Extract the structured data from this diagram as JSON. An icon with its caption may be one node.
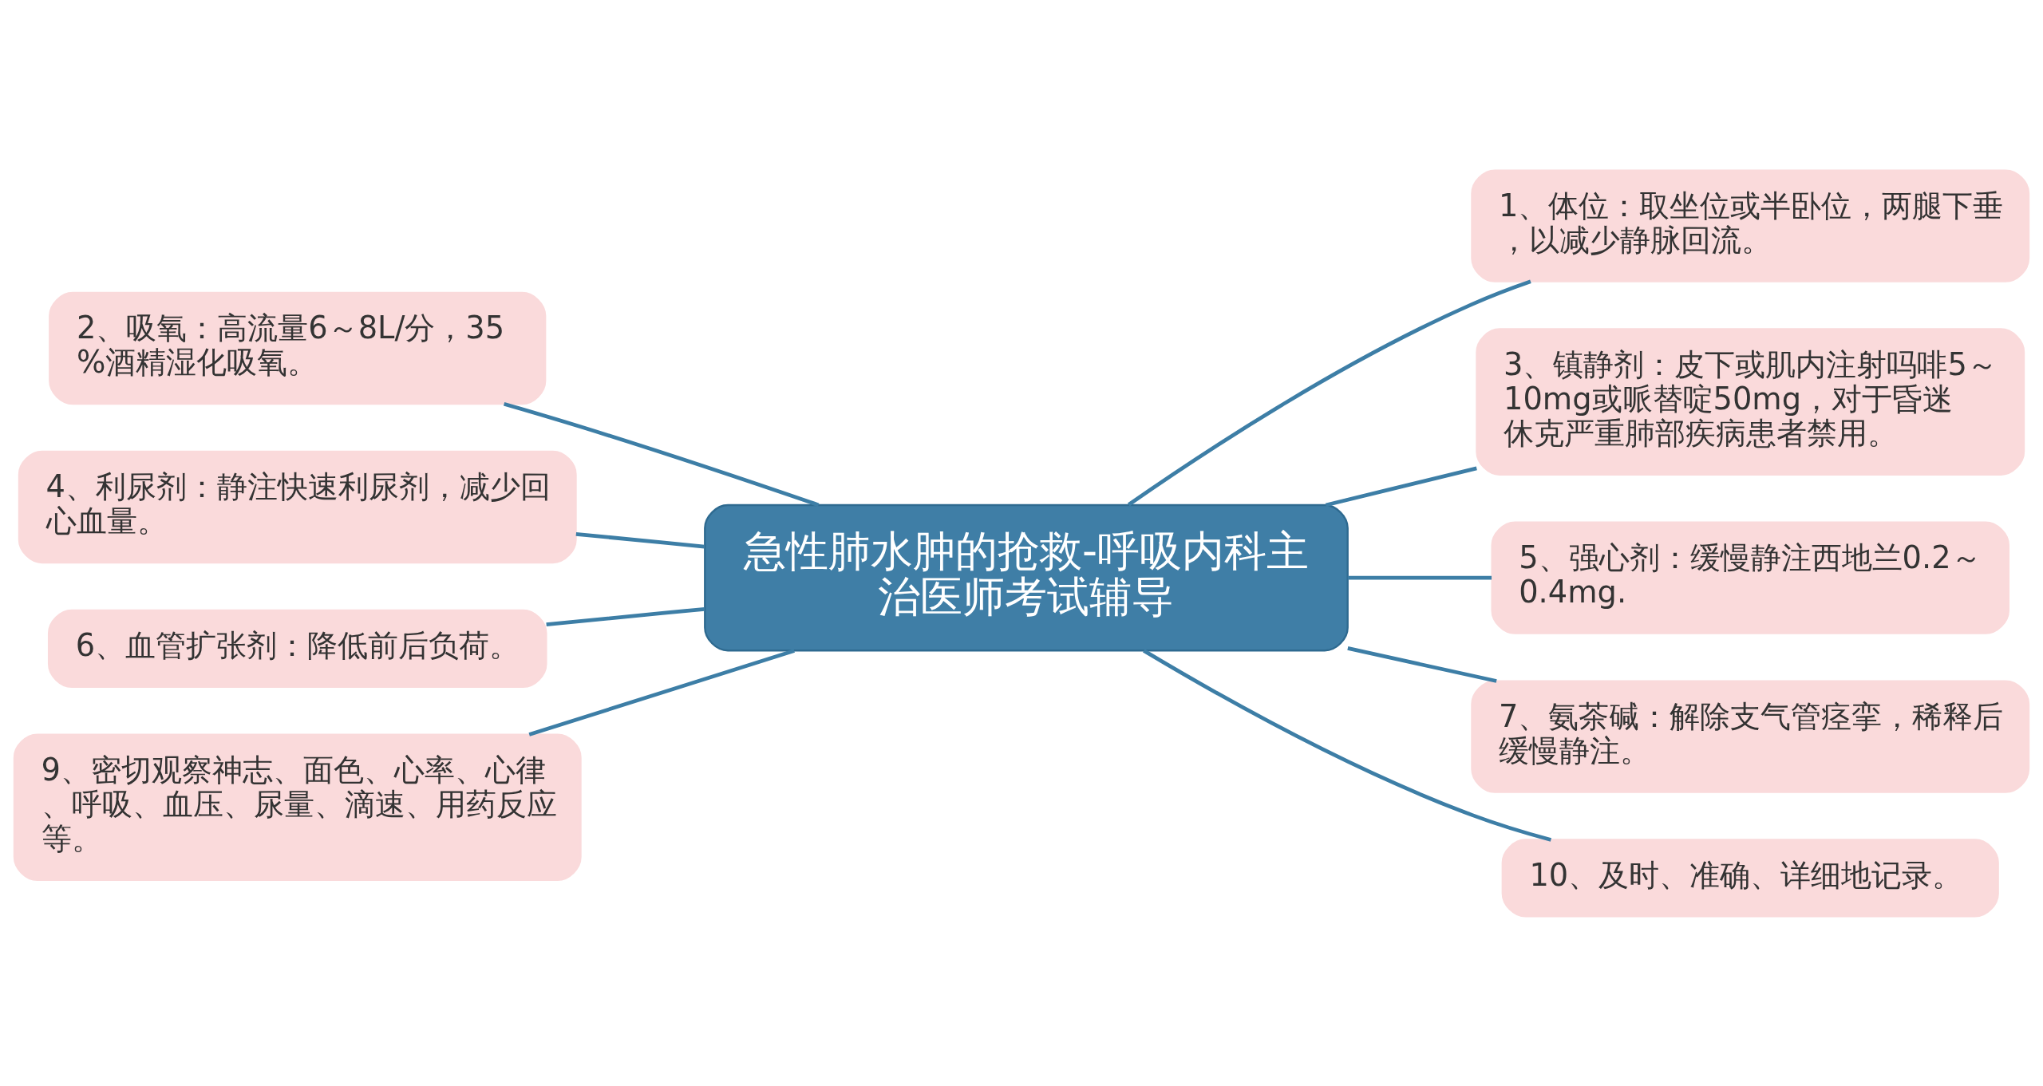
{
  "diagram": {
    "nodes": [
      {
        "text": [
          "急性肺水肿的抢救-呼吸内科主治医师考试辅导"
        ]
      },
      {
        "text": [
          "2、吸氧：高流量6～8L/分，35%酒精湿化吸氧。"
        ]
      },
      {
        "text": [
          "4、利尿剂：静注快速利尿剂，减少回心血量。"
        ]
      },
      {
        "text": [
          "6、血管扩张剂：降低前后负荷。"
        ]
      },
      {
        "text": [
          "9、密切观察神志、面色、心率、心律、呼吸、血压、尿量、滴速、用药反应等。"
        ]
      },
      {
        "text": [
          "1、体位：取坐位或半卧位，两腿下垂，以减少静脉回流。"
        ]
      },
      {
        "text": [
          "3、镇静剂：皮下或肌内注射吗啡5～10mg或哌替啶50mg，对于昏迷休克严重肺部疾病患者禁用。"
        ]
      },
      {
        "text": [
          "5、强心剂：缓慢静注西地兰0.2～0.4mg."
        ]
      },
      {
        "text": [
          "7、氨茶碱：解除支气管痉挛，稀释后缓慢静注。"
        ]
      },
      {
        "text": [
          "10、及时、准确、详细地记录。"
        ]
      }
    ],
    "edges": [
      {
        "from": 0,
        "to": 1,
        "arrow": "none"
      },
      {
        "from": 0,
        "to": 2,
        "arrow": "none"
      },
      {
        "from": 0,
        "to": 3,
        "arrow": "none"
      },
      {
        "from": 0,
        "to": 4,
        "arrow": "none"
      },
      {
        "from": 0,
        "to": 5,
        "arrow": "none"
      },
      {
        "from": 0,
        "to": 6,
        "arrow": "none"
      },
      {
        "from": 0,
        "to": 7,
        "arrow": "none"
      },
      {
        "from": 0,
        "to": 8,
        "arrow": "none"
      },
      {
        "from": 0,
        "to": 9,
        "arrow": "none"
      }
    ]
  }
}
